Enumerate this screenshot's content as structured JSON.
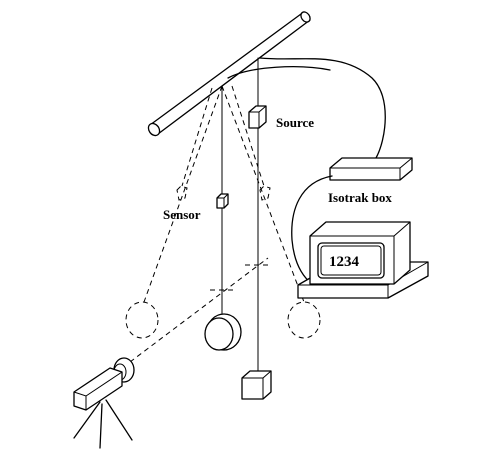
{
  "labels": {
    "source": "Source",
    "isotrak_box": "Isotrak box",
    "sensor": "Sensor",
    "monitor_readout": "1234"
  }
}
